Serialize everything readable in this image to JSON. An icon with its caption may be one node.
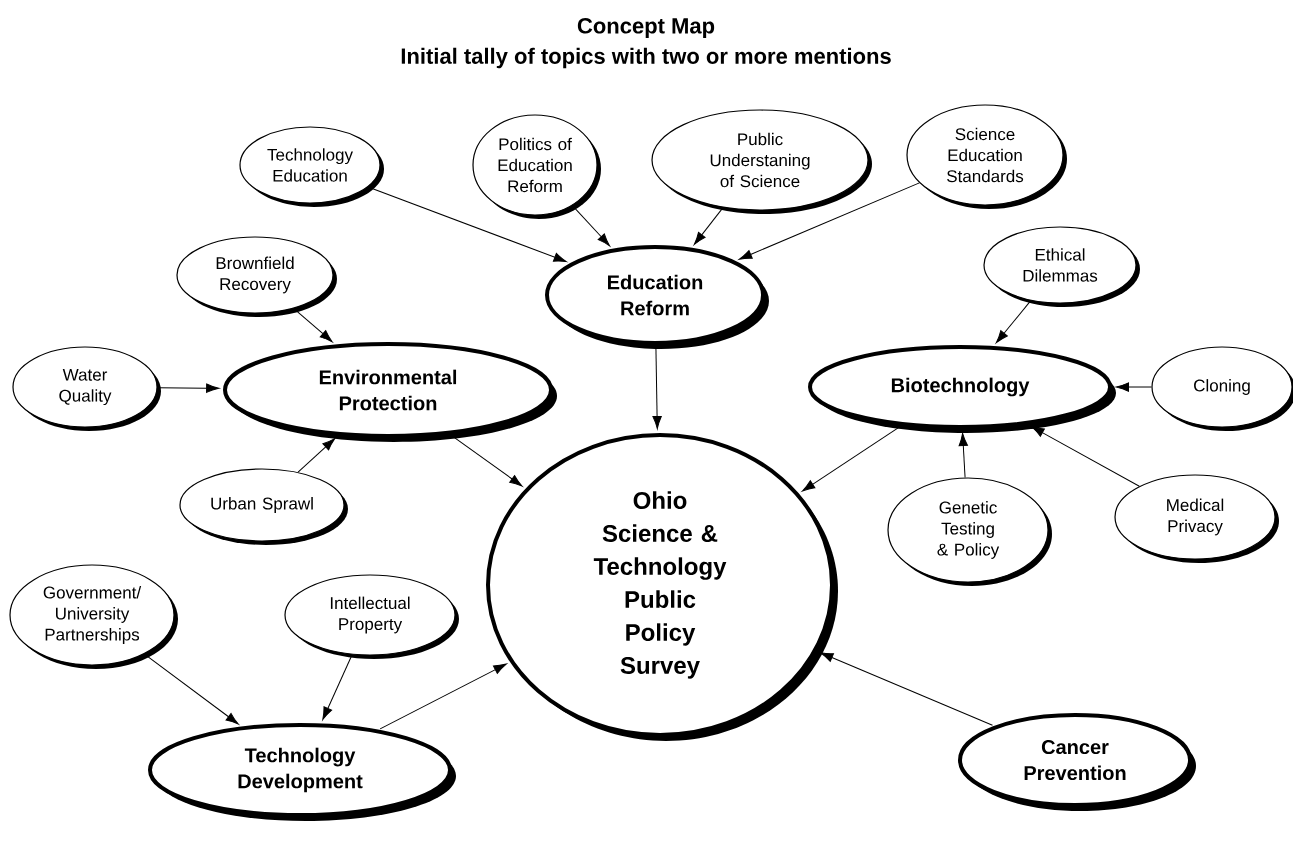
{
  "diagram": {
    "title": "Concept Map",
    "labels": [
      "Initial tally of topics with two or more mentions"
    ],
    "nodes": [
      {
        "text": [
          "Technology Education"
        ]
      },
      {
        "text": [
          "Politics of Education Reform"
        ]
      },
      {
        "text": [
          "Public Understaning of Science"
        ]
      },
      {
        "text": [
          "Science Education Standards"
        ]
      },
      {
        "text": [
          "Brownfield Recovery"
        ]
      },
      {
        "text": [
          "Education Reform"
        ]
      },
      {
        "text": [
          "Ethical Dilemmas"
        ]
      },
      {
        "text": [
          "Water Quality"
        ]
      },
      {
        "text": [
          "Environmental Protection"
        ]
      },
      {
        "text": [
          "Biotechnology"
        ]
      },
      {
        "text": [
          "Cloning"
        ]
      },
      {
        "text": [
          "Urban Sprawl"
        ]
      },
      {
        "text": [
          "Ohio Science & Technology Public Policy Survey"
        ]
      },
      {
        "text": [
          "Genetic Testing & Policy"
        ]
      },
      {
        "text": [
          "Medical Privacy"
        ]
      },
      {
        "text": [
          "Government/ University Partnerships"
        ]
      },
      {
        "text": [
          "Intellectual Property"
        ]
      },
      {
        "text": [
          "Technology Development"
        ]
      },
      {
        "text": [
          "Cancer Prevention"
        ]
      }
    ],
    "edges": [
      {
        "from": 0,
        "to": 5,
        "arrow": "to"
      },
      {
        "from": 1,
        "to": 5,
        "arrow": "to"
      },
      {
        "from": 2,
        "to": 5,
        "arrow": "to"
      },
      {
        "from": 3,
        "to": 5,
        "arrow": "to"
      },
      {
        "from": 4,
        "to": 8,
        "arrow": "to"
      },
      {
        "from": 7,
        "to": 8,
        "arrow": "to"
      },
      {
        "from": 11,
        "to": 8,
        "arrow": "to"
      },
      {
        "from": 8,
        "to": 12,
        "arrow": "to"
      },
      {
        "from": 5,
        "to": 12,
        "arrow": "to"
      },
      {
        "from": 9,
        "to": 12,
        "arrow": "to"
      },
      {
        "from": 6,
        "to": 9,
        "arrow": "to"
      },
      {
        "from": 10,
        "to": 9,
        "arrow": "to"
      },
      {
        "from": 13,
        "to": 9,
        "arrow": "to"
      },
      {
        "from": 14,
        "to": 9,
        "arrow": "to"
      },
      {
        "from": 15,
        "to": 17,
        "arrow": "to"
      },
      {
        "from": 16,
        "to": 17,
        "arrow": "to"
      },
      {
        "from": 17,
        "to": 12,
        "arrow": "to"
      },
      {
        "from": 18,
        "to": 12,
        "arrow": "to"
      }
    ]
  }
}
